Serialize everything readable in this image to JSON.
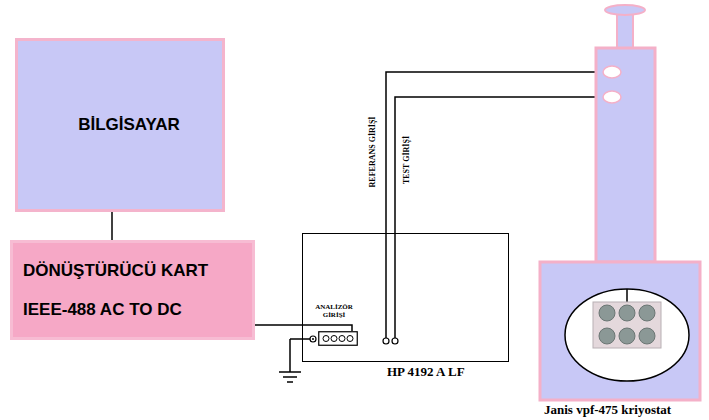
{
  "diagram": {
    "nodes": [
      {
        "text": [
          "BİLGİSAYAR"
        ]
      },
      {
        "text": [
          "DÖNÜŞTÜRÜCÜ KART IEEE-488 AC TO DC"
        ]
      },
      {
        "text": [
          "HP 4192 A LF"
        ]
      },
      {
        "text": [
          "ANALİZÖR GİRİŞİ"
        ],
        "in": 2
      },
      {
        "text": [
          "Janis vpf-475 kriyostat"
        ]
      }
    ],
    "edges": [
      {
        "from": 0,
        "to": 1,
        "arrow": "none"
      },
      {
        "from": 1,
        "to": 3,
        "arrow": "none"
      },
      {
        "from": 2,
        "to": 4,
        "label": "REFERANS GİRİŞİ",
        "arrow": "none"
      },
      {
        "from": 2,
        "to": 4,
        "label": "TEST GİRİŞİ",
        "arrow": "none"
      }
    ]
  }
}
